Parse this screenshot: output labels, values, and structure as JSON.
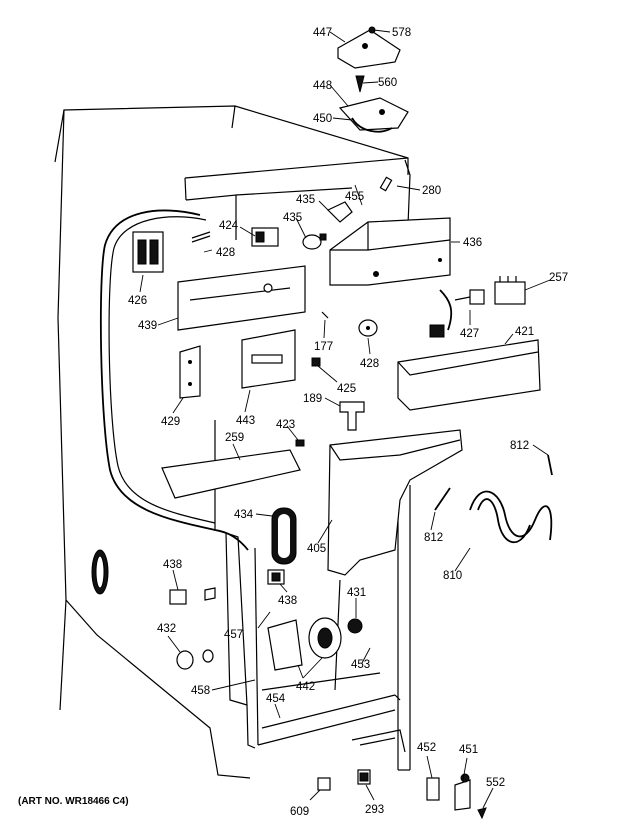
{
  "diagram": {
    "art_number": "(ART NO. WR18466 C4)",
    "callouts": [
      {
        "id": "447",
        "text": "447"
      },
      {
        "id": "578",
        "text": "578"
      },
      {
        "id": "448",
        "text": "448"
      },
      {
        "id": "560",
        "text": "560"
      },
      {
        "id": "450",
        "text": "450"
      },
      {
        "id": "455",
        "text": "455"
      },
      {
        "id": "280",
        "text": "280"
      },
      {
        "id": "435a",
        "text": "435"
      },
      {
        "id": "435b",
        "text": "435"
      },
      {
        "id": "424",
        "text": "424"
      },
      {
        "id": "428a",
        "text": "428"
      },
      {
        "id": "436",
        "text": "436"
      },
      {
        "id": "257",
        "text": "257"
      },
      {
        "id": "426",
        "text": "426"
      },
      {
        "id": "439",
        "text": "439"
      },
      {
        "id": "177",
        "text": "177"
      },
      {
        "id": "428b",
        "text": "428"
      },
      {
        "id": "427",
        "text": "427"
      },
      {
        "id": "421",
        "text": "421"
      },
      {
        "id": "425",
        "text": "425"
      },
      {
        "id": "429",
        "text": "429"
      },
      {
        "id": "443",
        "text": "443"
      },
      {
        "id": "189",
        "text": "189"
      },
      {
        "id": "423",
        "text": "423"
      },
      {
        "id": "812a",
        "text": "812"
      },
      {
        "id": "259",
        "text": "259"
      },
      {
        "id": "434",
        "text": "434"
      },
      {
        "id": "405",
        "text": "405"
      },
      {
        "id": "812b",
        "text": "812"
      },
      {
        "id": "810",
        "text": "810"
      },
      {
        "id": "438a",
        "text": "438"
      },
      {
        "id": "438b",
        "text": "438"
      },
      {
        "id": "431",
        "text": "431"
      },
      {
        "id": "457",
        "text": "457"
      },
      {
        "id": "432",
        "text": "432"
      },
      {
        "id": "453",
        "text": "453"
      },
      {
        "id": "442",
        "text": "442"
      },
      {
        "id": "458",
        "text": "458"
      },
      {
        "id": "454",
        "text": "454"
      },
      {
        "id": "452",
        "text": "452"
      },
      {
        "id": "451",
        "text": "451"
      },
      {
        "id": "552",
        "text": "552"
      },
      {
        "id": "609",
        "text": "609"
      },
      {
        "id": "293",
        "text": "293"
      }
    ]
  }
}
